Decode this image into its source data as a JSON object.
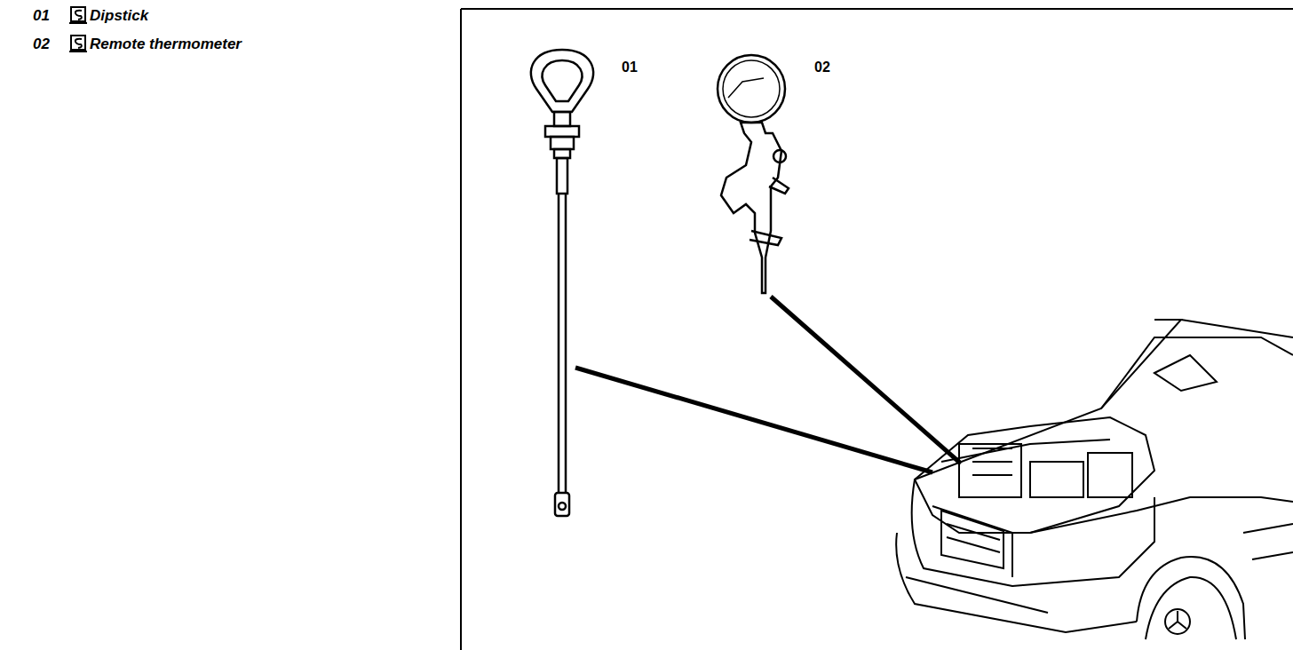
{
  "diagram": {
    "labels": [
      "01",
      "Dipstick",
      "02",
      "Remote thermometer",
      "01",
      "02"
    ]
  }
}
